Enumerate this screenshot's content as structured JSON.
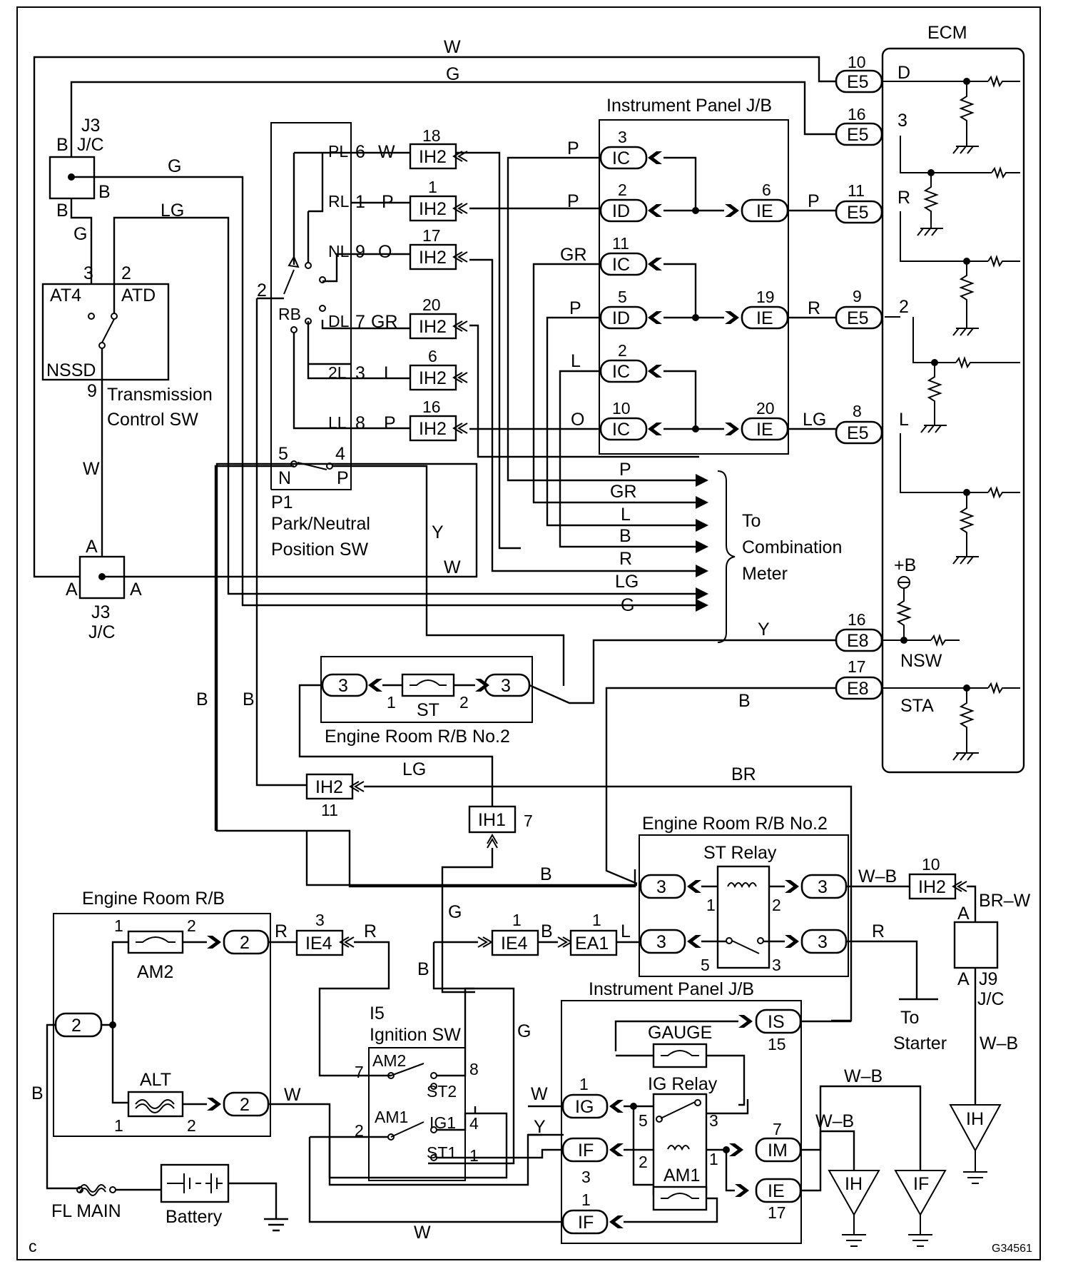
{
  "components": {
    "ecm": "ECM",
    "ip_jb_top": "Instrument Panel J/B",
    "j3_top_a": "J3",
    "j3_top_b": "J/C",
    "tcsw": "Transmission",
    "tcsw2": "Control SW",
    "p1": "P1",
    "pnsw1": "Park/Neutral",
    "pnsw2": "Position SW",
    "j3_bot_a": "J3",
    "j3_bot_b": "J/C",
    "to_comb1": "To",
    "to_comb2": "Combination",
    "to_comb3": "Meter",
    "er_rb2_top": "Engine Room R/B No.2",
    "st_fuse": "ST",
    "er_rb2_mid": "Engine Room R/B No.2",
    "st_relay": "ST Relay",
    "er_rb": "Engine Room R/B",
    "am2_fuse": "AM2",
    "alt_fuse": "ALT",
    "fl_main": "FL MAIN",
    "battery": "Battery",
    "i5": "I5",
    "ign_sw": "Ignition SW",
    "ip_jb_bot": "Instrument Panel J/B",
    "gauge": "GAUGE",
    "ig_relay": "IG Relay",
    "am1_fuse": "AM1",
    "to_starter1": "To",
    "to_starter2": "Starter",
    "j9_a": "J9",
    "j9_b": "J/C",
    "corner": "c",
    "code": "G34561"
  },
  "ecm_pins": {
    "d": "D",
    "p3": "3",
    "r": "R",
    "p2": "2",
    "l": "L",
    "plusb": "+B",
    "nsw": "NSW",
    "sta": "STA"
  },
  "wire_colors": {
    "w_top": "W",
    "g_top": "G",
    "g_j3": "G",
    "lg_j3": "LG",
    "g_left": "G",
    "w_left": "W",
    "w_pl": "W",
    "p_rl": "P",
    "o_nl": "O",
    "gr_dl": "GR",
    "l_2l": "L",
    "p_ll": "P",
    "p_ic3": "P",
    "p_id2": "P",
    "gr_ic11": "GR",
    "p_id5": "P",
    "l_ic2": "L",
    "o_ic10": "O",
    "p_ie6": "P",
    "r_ie19": "R",
    "lg_ie20": "LG",
    "cm_p": "P",
    "cm_gr": "GR",
    "cm_l": "L",
    "cm_b": "B",
    "cm_r": "R",
    "cm_lg": "LG",
    "cm_g": "G",
    "y_p1": "Y",
    "w_p1": "W",
    "y_e8": "Y",
    "b_e8": "B",
    "b_left1": "B",
    "b_left2": "B",
    "lg_ih2": "LG",
    "br": "BR",
    "b_strelay": "B",
    "wb_strelay": "W–B",
    "brw": "BR–W",
    "r_starter": "R",
    "wb_j9": "W–B",
    "r_ie4": "R",
    "r_ie4b": "R",
    "g_ign": "G",
    "b_ie4": "B",
    "b_ign": "B",
    "l_ea1": "L",
    "g_ign2": "G",
    "w_alt": "W",
    "w_ig": "W",
    "y_if": "Y",
    "w_bot": "W",
    "b_bot": "B",
    "wb_im": "W–B",
    "wb_if": "W–B"
  },
  "connectors": {
    "e5": "E5",
    "e8": "E8",
    "ih2": "IH2",
    "ih1": "IH1",
    "ic": "IC",
    "id": "ID",
    "ie": "IE",
    "ie4": "IE4",
    "ea1": "EA1",
    "is": "IS",
    "ig": "IG",
    "if": "IF",
    "im": "IM",
    "at4": "AT4",
    "atd": "ATD",
    "nssd": "NSSD",
    "pl": "PL",
    "rl": "RL",
    "nl": "NL",
    "rb": "RB",
    "dl": "DL",
    "twol": "2L",
    "ll": "LL",
    "n": "N",
    "p": "P",
    "am2": "AM2",
    "am1": "AM1",
    "ig1": "IG1",
    "st1": "ST1",
    "st2": "ST2",
    "ih_gnd": "IH",
    "if_gnd": "IF",
    "a": "A",
    "b": "B"
  },
  "pins": {
    "e5_10": "10",
    "e5_16": "16",
    "e5_11": "11",
    "e5_9": "9",
    "e5_8": "8",
    "e8_16": "16",
    "e8_17": "17",
    "ih2_18": "18",
    "ih2_1": "1",
    "ih2_17": "17",
    "ih2_20": "20",
    "ih2_6": "6",
    "ih2_16": "16",
    "ic_3": "3",
    "id_2": "2",
    "ic_11": "11",
    "id_5": "5",
    "ic_2": "2",
    "ic_10": "10",
    "ie_6": "6",
    "ie_19": "19",
    "ie_20": "20",
    "pl_6": "6",
    "rl_1": "1",
    "nl_9": "9",
    "dl_7": "7",
    "twol_3": "3",
    "ll_8": "8",
    "sw_2": "2",
    "n_5": "5",
    "p_4": "4",
    "at4_3": "3",
    "atd_2": "2",
    "nssd_9": "9",
    "st_3a": "3",
    "st_3b": "3",
    "st_1": "1",
    "st_2": "2",
    "ih2_11": "11",
    "ih1_7": "7",
    "str_3a": "3",
    "str_3b": "3",
    "str_3c": "3",
    "str_3d": "3",
    "str_1": "1",
    "str_2": "2",
    "str_5": "5",
    "str_3e": "3",
    "ih2_10": "10",
    "ie4_3": "3",
    "ie4_1": "1",
    "ea1_1": "1",
    "am2_1": "1",
    "am2_2": "2",
    "rb_2a": "2",
    "rb_2b": "2",
    "rb_2c": "2",
    "alt_1": "1",
    "alt_2": "2",
    "ign_7": "7",
    "ign_8": "8",
    "ign_2": "2",
    "ign_4": "4",
    "ign_1": "1",
    "is_15": "15",
    "ig_1": "1",
    "if_3": "3",
    "im_7": "7",
    "ie_17": "17",
    "if_1": "1",
    "igr_5": "5",
    "igr_3": "3",
    "igr_2": "2",
    "igr_1": "1"
  }
}
